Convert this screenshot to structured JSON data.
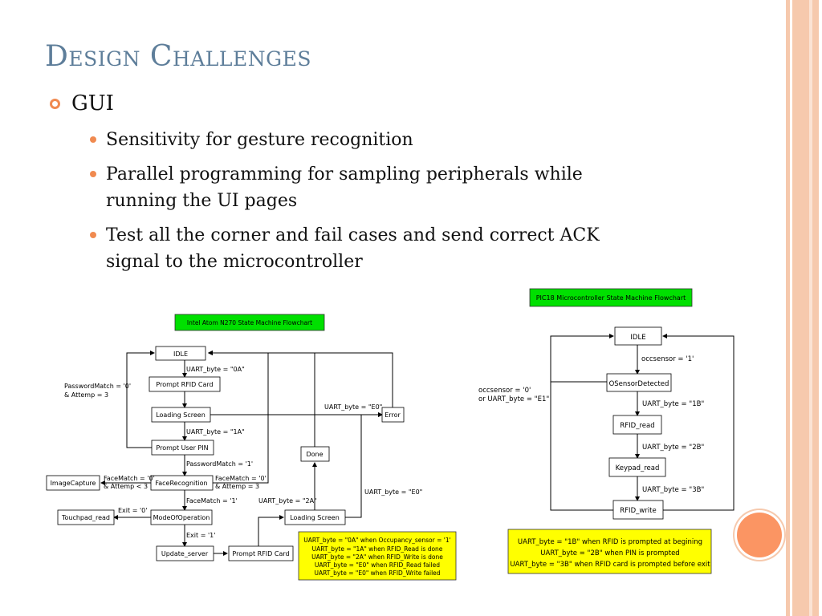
{
  "slide": {
    "title": "Design Challenges",
    "bullet": "GUI",
    "subitems": [
      "Sensitivity for gesture recognition",
      "Parallel programming for sampling peripherals while\nrunning the UI pages",
      "Test all the corner and fail cases and send correct ACK\nsignal to the microcontroller"
    ]
  },
  "colors": {
    "title": "#5e7e9a",
    "accent": "#f08a50",
    "stripe": "#f6c9ad",
    "green_label": "#00e000",
    "yellow_note": "#ffff00"
  },
  "left_chart": {
    "title": "Intel Atom N270 State Machine Flowchart",
    "nodes": {
      "idle": "IDLE",
      "prompt_rfid": "Prompt RFID Card",
      "loading1": "Loading Screen",
      "prompt_pin": "Prompt User PIN",
      "face": "FaceRecognition",
      "image_capture": "ImageCapture",
      "mode": "ModeOfOperation",
      "touchpad": "Touchpad_read",
      "update": "Update_server",
      "prompt_rfid2": "Prompt RFID Card",
      "loading2": "Loading Screen",
      "done": "Done",
      "error": "Error"
    },
    "labels": {
      "uart_0a": "UART_byte = \"0A\"",
      "uart_1a": "UART_byte = \"1A\"",
      "uart_e0_top": "UART_byte = \"E0\"",
      "uart_e0_right": "UART_byte = \"E0\"",
      "uart_2a": "UART_byte = \"2A\"",
      "pwd_match_0": "PasswordMatch = '0'",
      "attemp_3_left": "& Attemp = 3",
      "pwd_match_1": "PasswordMatch = '1'",
      "face_0_left": "FaceMatch = '0'",
      "attemp_lt3": "& Attemp < 3",
      "face_0_right": "FaceMatch = '0'",
      "attemp_3_right": "& Attemp = 3",
      "face_1": "FaceMatch = '1'",
      "exit_0": "Exit = '0'",
      "exit_1": "Exit = '1'"
    },
    "note": [
      "UART_byte = \"0A\" when Occupancy_sensor = '1'",
      "UART_byte = \"1A\" when RFID_Read is done",
      "UART_byte = \"2A\" when RFID_Write is done",
      "UART_byte = \"E0\" when RFID_Read failed",
      "UART_byte = \"E0\" when RFID_Write failed"
    ]
  },
  "right_chart": {
    "title": "PIC18 Microcontroller State Machine Flowchart",
    "nodes": {
      "idle": "IDLE",
      "osensor": "OSensorDetected",
      "rfid_read": "RFID_read",
      "keypad": "Keypad_read",
      "rfid_write": "RFID_write"
    },
    "labels": {
      "occ_1": "occsensor = '1'",
      "uart_1b": "UART_byte = \"1B\"",
      "uart_2b": "UART_byte = \"2B\"",
      "uart_3b": "UART_byte = \"3B\"",
      "occ_0": "occsensor = '0'",
      "or_e1": "or UART_byte = \"E1\""
    },
    "note": [
      "UART_byte = \"1B\" when RFID is prompted at begining",
      "UART_byte = \"2B\" when PIN is prompted",
      "UART_byte = \"3B\" when RFID card is prompted before exit"
    ]
  }
}
